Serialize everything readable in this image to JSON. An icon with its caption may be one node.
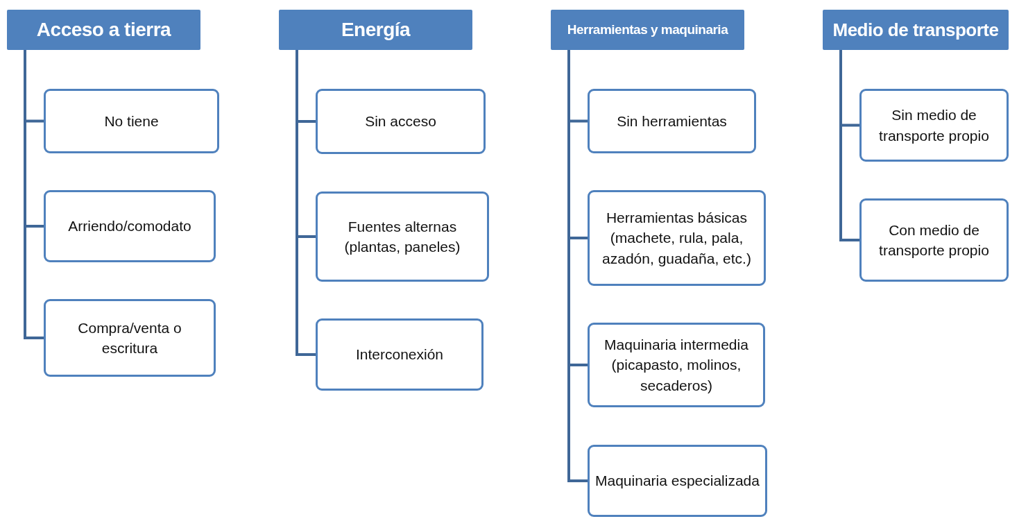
{
  "diagram": {
    "nodes": [
      {
        "text": [
          "Acceso a tierra"
        ]
      },
      {
        "text": [
          "No tiene"
        ]
      },
      {
        "text": [
          "Arriendo/comodato"
        ]
      },
      {
        "text": [
          "Compra/venta o escritura"
        ]
      },
      {
        "text": [
          "Energía"
        ]
      },
      {
        "text": [
          "Sin acceso"
        ]
      },
      {
        "text": [
          "Fuentes alternas (plantas, paneles)"
        ]
      },
      {
        "text": [
          "Interconexión"
        ]
      },
      {
        "text": [
          "Herramientas y maquinaria"
        ]
      },
      {
        "text": [
          "Sin herramientas"
        ]
      },
      {
        "text": [
          "Herramientas básicas (machete, rula, pala, azadón, guadaña, etc.)"
        ]
      },
      {
        "text": [
          "Maquinaria intermedia (picapasto, molinos, secaderos)"
        ]
      },
      {
        "text": [
          "Maquinaria especializada"
        ]
      },
      {
        "text": [
          "Medio de transporte"
        ]
      },
      {
        "text": [
          "Sin medio de transporte propio"
        ]
      },
      {
        "text": [
          "Con medio de transporte propio"
        ]
      }
    ],
    "edges": [
      {
        "from": 0,
        "to": 1,
        "arrow": "none"
      },
      {
        "from": 0,
        "to": 2,
        "arrow": "none"
      },
      {
        "from": 0,
        "to": 3,
        "arrow": "none"
      },
      {
        "from": 4,
        "to": 5,
        "arrow": "none"
      },
      {
        "from": 4,
        "to": 6,
        "arrow": "none"
      },
      {
        "from": 4,
        "to": 7,
        "arrow": "none"
      },
      {
        "from": 8,
        "to": 9,
        "arrow": "none"
      },
      {
        "from": 8,
        "to": 10,
        "arrow": "none"
      },
      {
        "from": 8,
        "to": 11,
        "arrow": "none"
      },
      {
        "from": 8,
        "to": 12,
        "arrow": "none"
      },
      {
        "from": 13,
        "to": 14,
        "arrow": "none"
      },
      {
        "from": 13,
        "to": 15,
        "arrow": "none"
      }
    ]
  }
}
